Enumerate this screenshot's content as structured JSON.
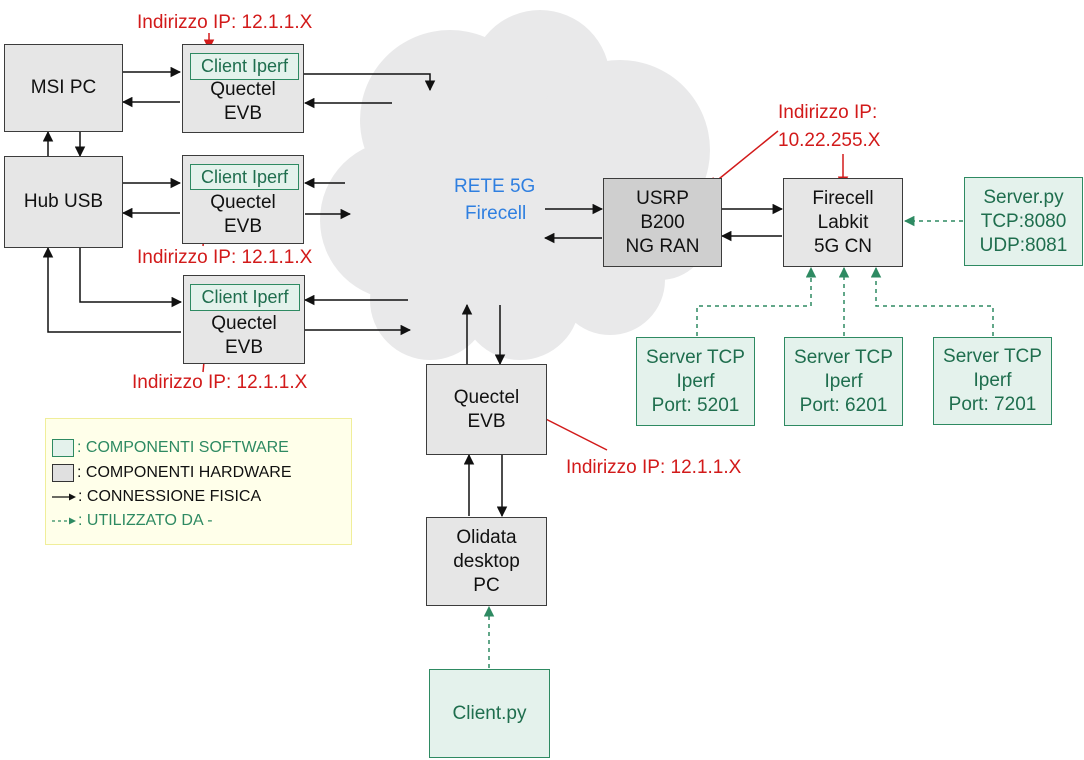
{
  "cloud": {
    "label_line1": "RETE 5G",
    "label_line2": "Firecell"
  },
  "nodes": {
    "msi_pc": "MSI PC",
    "hub_usb": "Hub USB",
    "quectel_1": {
      "client": "Client Iperf",
      "line1": "Quectel",
      "line2": "EVB"
    },
    "quectel_2": {
      "client": "Client Iperf",
      "line1": "Quectel",
      "line2": "EVB"
    },
    "quectel_3": {
      "client": "Client Iperf",
      "line1": "Quectel",
      "line2": "EVB"
    },
    "quectel_4": {
      "line1": "Quectel",
      "line2": "EVB"
    },
    "usrp": {
      "line1": "USRP",
      "line2": "B200",
      "line3": "NG RAN"
    },
    "firecell": {
      "line1": "Firecell",
      "line2": "Labkit",
      "line3": "5G CN"
    },
    "server_py": {
      "line1": "Server.py",
      "line2": "TCP:8080",
      "line3": "UDP:8081"
    },
    "server_tcp_1": {
      "line1": "Server TCP",
      "line2": "Iperf",
      "line3": "Port: 5201"
    },
    "server_tcp_2": {
      "line1": "Server TCP",
      "line2": "Iperf",
      "line3": "Port: 6201"
    },
    "server_tcp_3": {
      "line1": "Server TCP",
      "line2": "Iperf",
      "line3": "Port: 7201"
    },
    "olidata": {
      "line1": "Olidata",
      "line2": "desktop",
      "line3": "PC"
    },
    "client_py": "Client.py"
  },
  "ip_labels": {
    "quectel_1": "Indirizzo IP: 12.1.1.X",
    "quectel_2": "Indirizzo IP: 12.1.1.X",
    "quectel_3": "Indirizzo IP: 12.1.1.X",
    "quectel_4": "Indirizzo IP: 12.1.1.X",
    "firecell_line1": "Indirizzo IP:",
    "firecell_line2": "10.22.255.X"
  },
  "legend": {
    "software": ": COMPONENTI SOFTWARE",
    "hardware": ": COMPONENTI HARDWARE",
    "physical": ": CONNESSIONE FISICA",
    "used_by": ": UTILIZZATO DA -"
  },
  "colors": {
    "software_fill": "#e4f2ec",
    "software_border": "#2e8a62",
    "hardware_fill": "#e6e6e6",
    "ip_label": "#d21a1a",
    "network_label": "#2f7fe0",
    "legend_bg": "#ffffea"
  }
}
